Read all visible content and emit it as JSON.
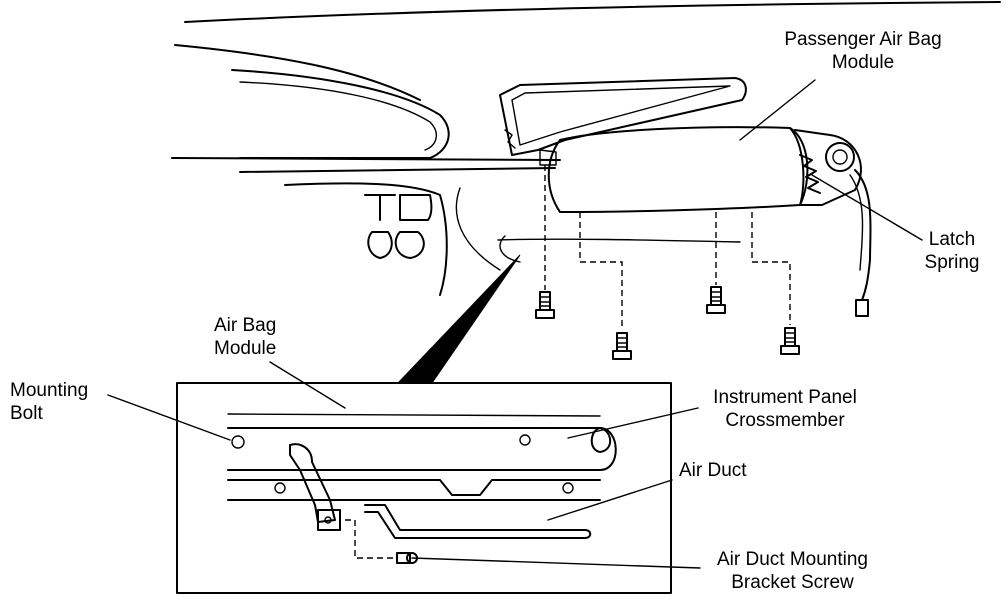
{
  "labels": {
    "passenger_air_bag_module": [
      "Passenger Air Bag",
      "Module"
    ],
    "latch_spring": [
      "Latch",
      "Spring"
    ],
    "air_bag_module": [
      "Air Bag",
      "Module"
    ],
    "mounting_bolt": [
      "Mounting",
      "Bolt"
    ],
    "instrument_panel_crossmember": [
      "Instrument Panel",
      "Crossmember"
    ],
    "air_duct": "Air Duct",
    "air_duct_mounting_bracket_screw": [
      "Air Duct Mounting",
      "Bracket Screw"
    ]
  }
}
